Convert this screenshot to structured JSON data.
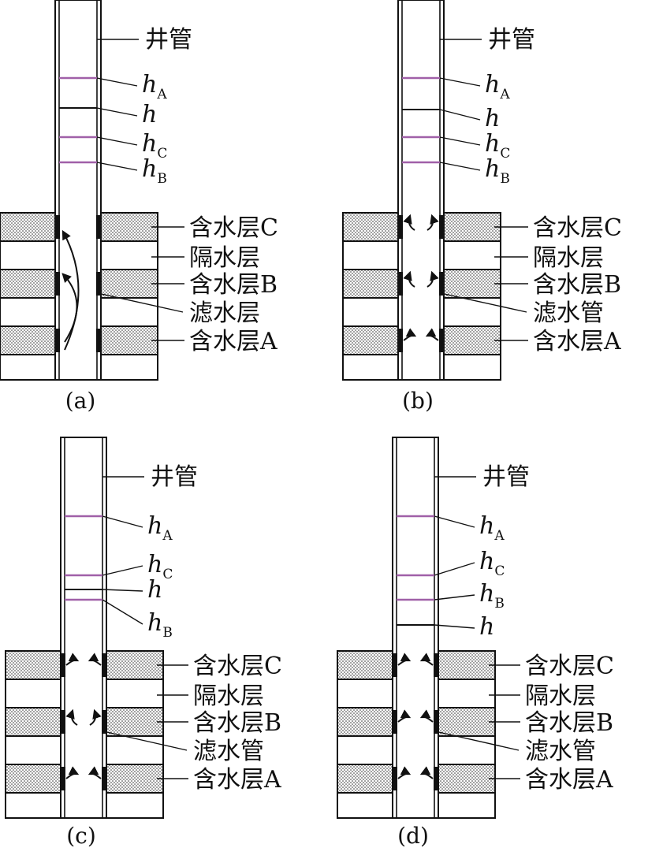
{
  "colors": {
    "stroke": "#111111",
    "head_line": "#a060a8",
    "aquifer_fill": "#ffffff",
    "aquifer_dots": "#222222"
  },
  "labels": {
    "well_pipe": "井管",
    "aquifer_c": "含水层C",
    "aquitard": "隔水层",
    "aquifer_b": "含水层B",
    "aquifer_a": "含水层A",
    "filter_layer": "滤水层",
    "filter_pipe": "滤水管",
    "h": "h",
    "sub_a": "A",
    "sub_b": "B",
    "sub_c": "C"
  },
  "panels": [
    {
      "id": "a",
      "caption": "(a)",
      "filter_label": "滤水层",
      "head_order": [
        "hA",
        "h",
        "hC",
        "hB"
      ],
      "flow": "upward-through-well"
    },
    {
      "id": "b",
      "caption": "(b)",
      "filter_label": "滤水管",
      "head_order": [
        "hA",
        "h",
        "hC",
        "hB"
      ],
      "flow": "A-in, B-out, C-out"
    },
    {
      "id": "c",
      "caption": "(c)",
      "filter_label": "滤水管",
      "head_order": [
        "hA",
        "hC",
        "h",
        "hB"
      ],
      "flow": "A-in, B-out, C-in"
    },
    {
      "id": "d",
      "caption": "(d)",
      "filter_label": "滤水管",
      "head_order": [
        "hA",
        "hC",
        "hB",
        "h"
      ],
      "flow": "all-in"
    }
  ]
}
